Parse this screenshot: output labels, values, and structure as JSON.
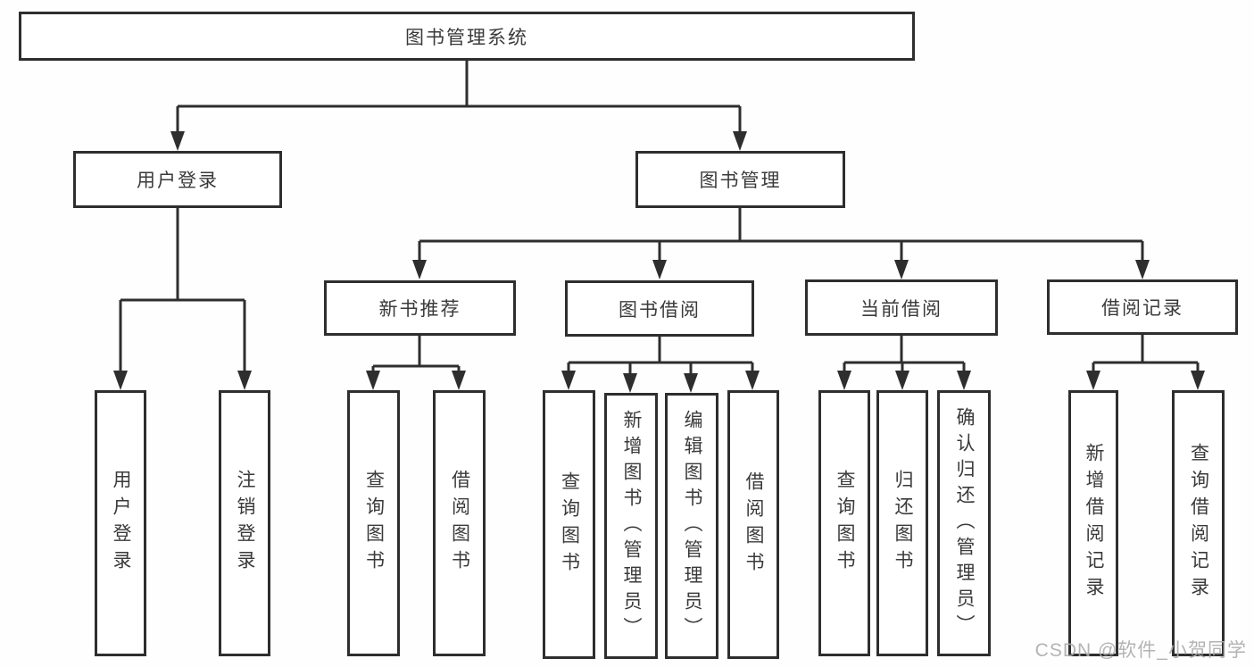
{
  "diagram": {
    "root": "图书管理系统",
    "branches": {
      "user_login": "用户登录",
      "book_management": "图书管理"
    },
    "modules": {
      "new_book_recommend": "新书推荐",
      "book_borrow": "图书借阅",
      "current_borrow": "当前借阅",
      "borrow_record": "借阅记录"
    },
    "leaves": {
      "user_login": "用户登录",
      "logout": "注销登录",
      "nbr_query_book": "查询图书",
      "nbr_borrow_book": "借阅图书",
      "bb_query_book": "查询图书",
      "bb_add_book": "新增图书（管理员）",
      "bb_edit_book": "编辑图书（管理员）",
      "bb_borrow_book": "借阅图书",
      "cb_query_book": "查询图书",
      "cb_return_book": "归还图书",
      "cb_confirm_return": "确认归还（管理员）",
      "br_add_record": "新增借阅记录",
      "br_query_record": "查询借阅记录"
    }
  },
  "watermark": "CSDN @软件_小贺同学"
}
